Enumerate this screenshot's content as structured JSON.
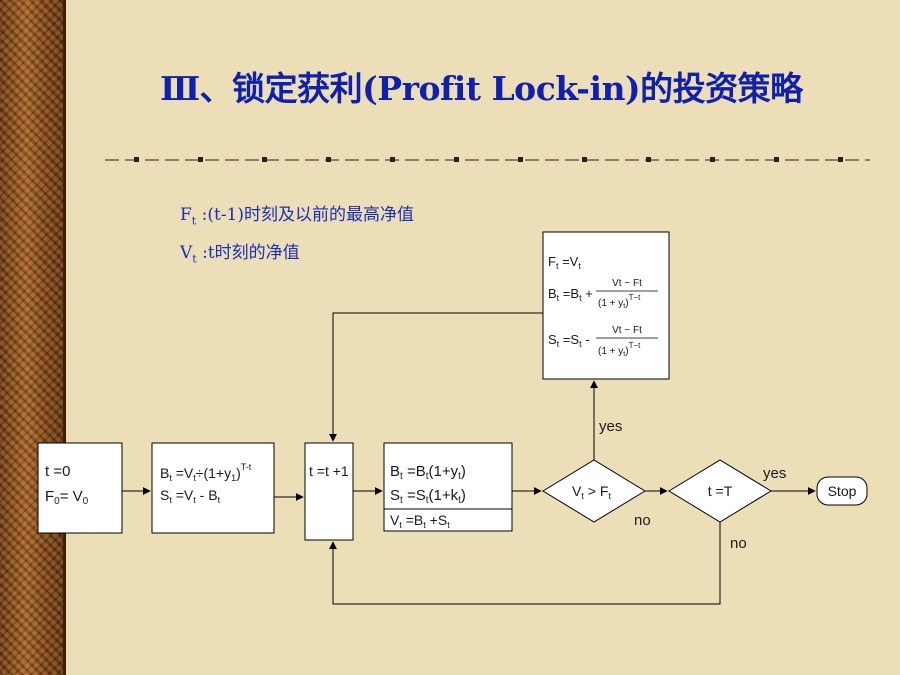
{
  "title": "Ⅲ、锁定获利(Profit Lock-in)的投资策略",
  "legend": {
    "f_sym": "F",
    "f_sub": "t",
    "f_desc": " :(t-1)时刻及以前的最高净值",
    "v_sym": "V",
    "v_sub": "t",
    "v_desc": " :t时刻的净值"
  },
  "nodes": {
    "init": {
      "l1": "t =0",
      "l2a": "F",
      "l2s": "0",
      "l2b": "= V",
      "l2t": "0"
    },
    "alloc": {
      "l1a": "B",
      "l1s": "t",
      "l1b": " =V",
      "l1t": "t",
      "l1c": "÷(1+y",
      "l1u": "1",
      "l1d": ")",
      "l1sup": "T-t",
      "l2a": "S",
      "l2s": "t",
      "l2b": " =V",
      "l2t": "t",
      "l2c": " - B",
      "l2u": "t"
    },
    "increment": {
      "label": "t =t +1"
    },
    "update": {
      "l1a": "B",
      "l1s": "t",
      "l1b": " =B",
      "l1t": "t",
      "l1c": "(1+y",
      "l1u": "t",
      "l1d": ")",
      "l2a": "S",
      "l2s": "t",
      "l2b": " =S",
      "l2t": "t",
      "l2c": "(1+k",
      "l2u": "t",
      "l2d": ")",
      "l3a": "V",
      "l3s": "t",
      "l3b": " =B",
      "l3t": "t",
      "l3c": " +S",
      "l3u": "t"
    },
    "relock": {
      "f_a": "F",
      "f_s": "t",
      "f_b": " =V",
      "f_t": "t",
      "b_a": "B",
      "b_s": "t",
      "b_b": " =B",
      "b_t": "t",
      "b_c": " +",
      "s_a": "S",
      "s_s": "t",
      "s_b": " =S",
      "s_t": "t",
      "s_c": " -",
      "num": "Vt − Ft",
      "den": "(1 + y",
      "den_s": "t",
      "den_b": ")",
      "den_exp": "T−t"
    },
    "check_lock": {
      "a": "V",
      "as": "t",
      "b": " > F",
      "bs": "t"
    },
    "check_end": {
      "label": "t =T"
    },
    "stop": {
      "label": "Stop"
    }
  },
  "branches": {
    "yes": "yes",
    "no": "no"
  }
}
